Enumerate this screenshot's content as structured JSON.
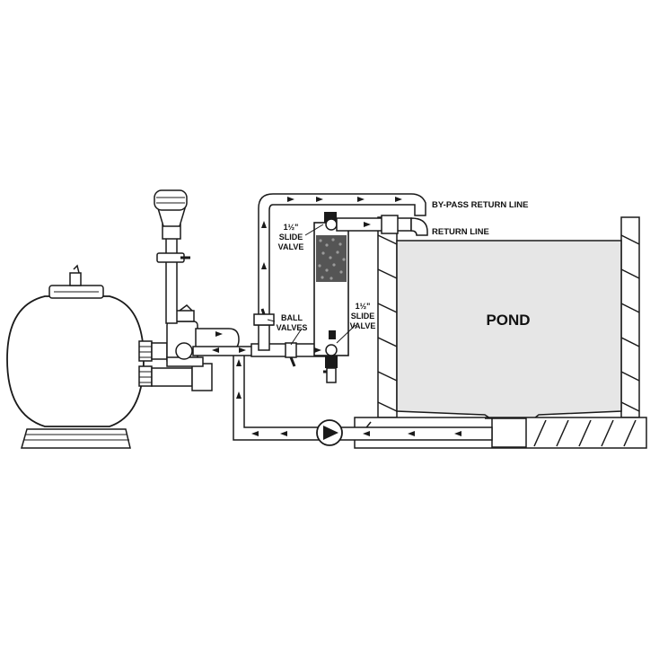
{
  "labels": {
    "bypass_return_line": "BY-PASS RETURN LINE",
    "return_line": "RETURN LINE",
    "slide_valve_top": [
      "1½\"",
      "SLIDE",
      "VALVE"
    ],
    "ball_valves": [
      "BALL",
      "VALVES"
    ],
    "slide_valve_bottom": [
      "1½\"",
      "SLIDE",
      "VALVE"
    ],
    "pond": "POND"
  },
  "colors": {
    "line": "#1a1a1a",
    "fill": "#ffffff",
    "pond_fill": "#e6e6e6",
    "media": "#555555"
  }
}
